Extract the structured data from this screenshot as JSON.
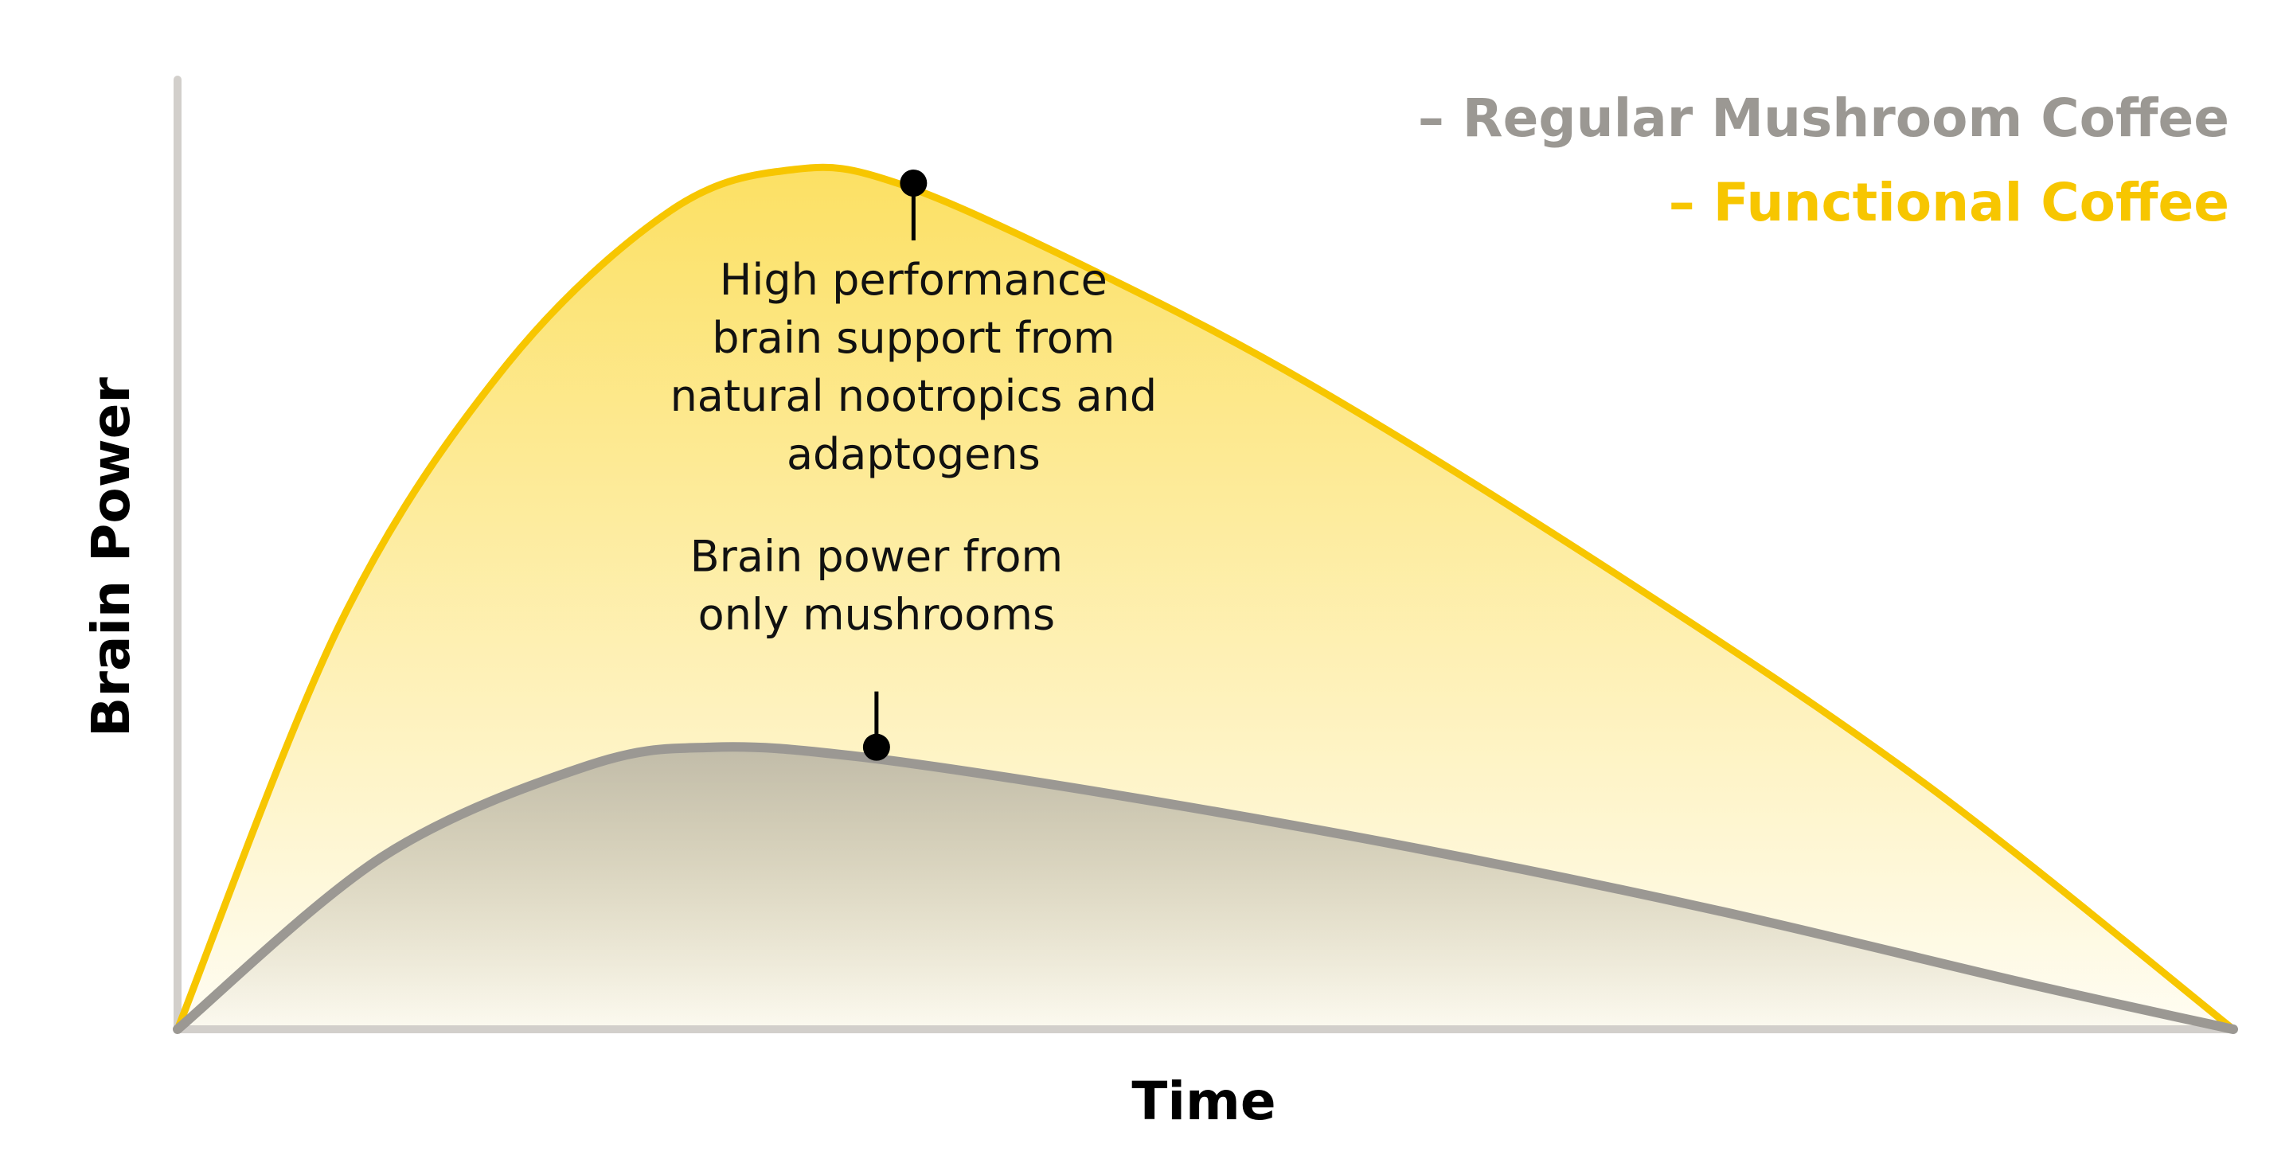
{
  "chart_data": {
    "type": "area",
    "xlabel": "Time",
    "ylabel": "Brain Power",
    "xlim": [
      0,
      100
    ],
    "ylim": [
      0,
      100
    ],
    "grid": false,
    "legend_placement": "top-right",
    "series": [
      {
        "name": "Regular Mushroom Coffee",
        "color": "#9b9893",
        "x": [
          0,
          10,
          20,
          26,
          33,
          45,
          60,
          75,
          90,
          100
        ],
        "y": [
          0,
          19,
          29,
          31,
          30,
          26,
          20,
          13,
          5,
          0
        ]
      },
      {
        "name": "Functional Coffee",
        "color": "#f7c600",
        "x": [
          0,
          8,
          16,
          24,
          30,
          35,
          44,
          55,
          70,
          85,
          100
        ],
        "y": [
          0,
          45,
          73,
          90,
          94.5,
          93,
          84,
          71,
          50,
          27,
          0
        ]
      }
    ],
    "legend": [
      {
        "label": "– Regular Mushroom Coffee",
        "color": "#9b9893"
      },
      {
        "label": "– Functional Coffee",
        "color": "#f7c600"
      }
    ],
    "annotations": [
      {
        "series": "Functional Coffee",
        "x": 35.8,
        "y": 93,
        "lines": [
          "High performance",
          "brain support from",
          "natural nootropics and",
          "adaptogens"
        ]
      },
      {
        "series": "Regular Mushroom Coffee",
        "x": 34,
        "y": 31,
        "lines": [
          "Brain power from",
          "only mushrooms"
        ]
      }
    ]
  }
}
